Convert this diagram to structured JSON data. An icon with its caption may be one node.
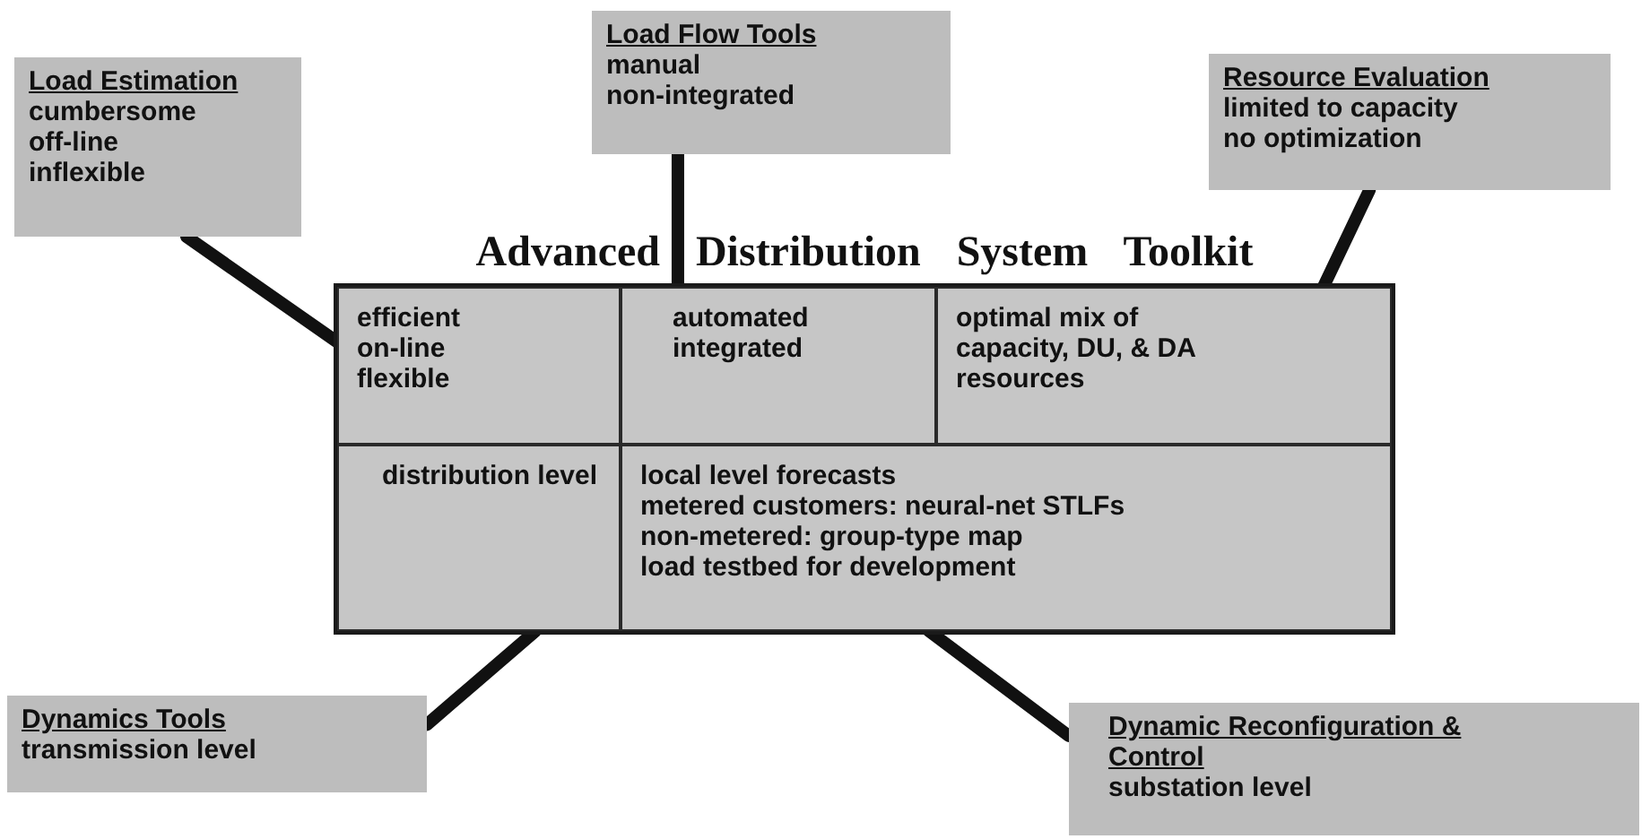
{
  "diagram": {
    "nodes": [
      {
        "text": [
          "Load Estimation",
          "cumbersome",
          "off-line",
          "inflexible"
        ]
      },
      {
        "text": [
          "Load Flow Tools",
          "manual",
          "non-integrated"
        ]
      },
      {
        "text": [
          "Resource Evaluation",
          "limited to capacity",
          "no optimization"
        ]
      },
      {
        "text": [
          "Advanced Distribution System Toolkit"
        ]
      },
      {
        "text": [
          "efficient",
          "on-line",
          "flexible"
        ],
        "in": 3
      },
      {
        "text": [
          "automated",
          "integrated"
        ],
        "in": 3
      },
      {
        "text": [
          "optimal mix of capacity, DU, & DA resources"
        ],
        "in": 3
      },
      {
        "text": [
          "distribution level"
        ],
        "in": 3
      },
      {
        "text": [
          "local level forecasts",
          "metered customers: neural-net STLFs",
          "non-metered: group-type map",
          "load testbed for development"
        ],
        "in": 3
      },
      {
        "text": [
          "Dynamics Tools",
          "transmission level"
        ]
      },
      {
        "text": [
          "Dynamic Reconfiguration & Control",
          "substation level"
        ]
      }
    ],
    "edges": [
      {
        "from": 0,
        "to": 4,
        "arrow": "none"
      },
      {
        "from": 1,
        "to": 5,
        "arrow": "none"
      },
      {
        "from": 2,
        "to": 6,
        "arrow": "none"
      },
      {
        "from": 9,
        "to": 7,
        "arrow": "none"
      },
      {
        "from": 10,
        "to": 8,
        "arrow": "none"
      }
    ]
  }
}
